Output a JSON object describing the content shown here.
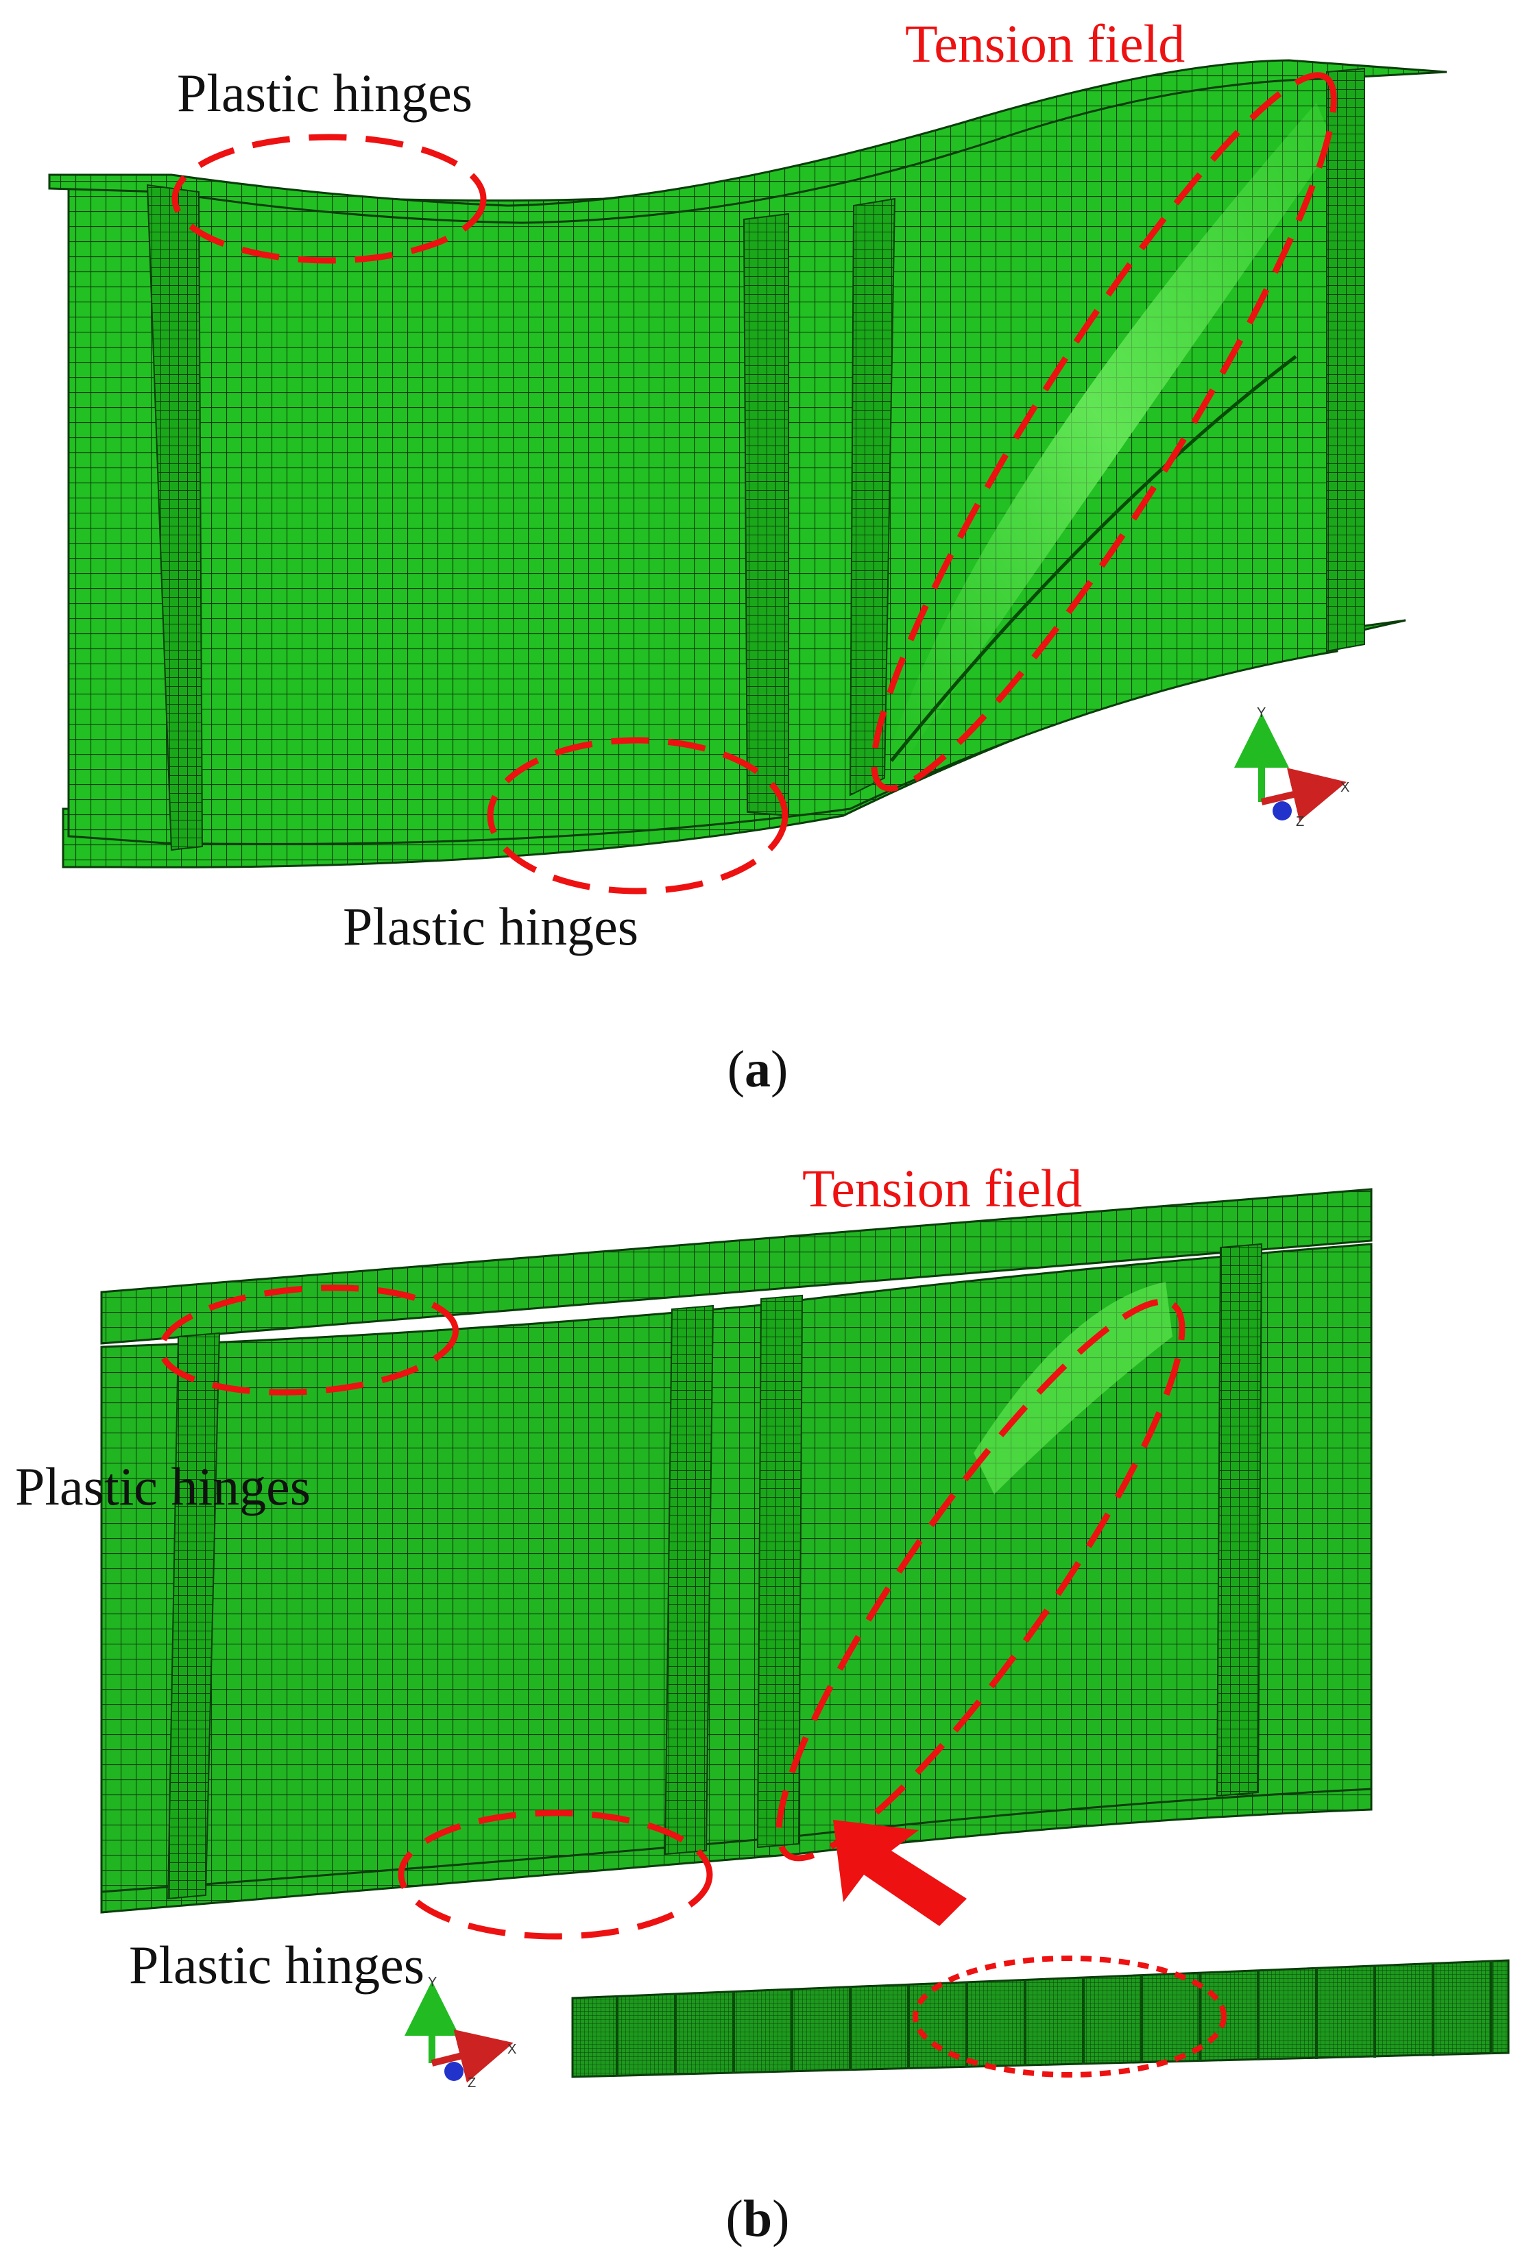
{
  "panel_a": {
    "caption_open": "(",
    "caption_letter": "a",
    "caption_close": ")",
    "labels": {
      "tension_field": "Tension field",
      "plastic_hinges_top": "Plastic hinges",
      "plastic_hinges_bottom": "Plastic hinges"
    },
    "axes": {
      "y": "Y",
      "x": "X",
      "z": "Z"
    }
  },
  "panel_b": {
    "caption_open": "(",
    "caption_letter": "b",
    "caption_close": ")",
    "labels": {
      "tension_field": "Tension field",
      "plastic_hinges_top": "Plastic hinges",
      "plastic_hinges_bottom": "Plastic hinges"
    },
    "axes": {
      "y": "Y",
      "x": "X",
      "z": "Z"
    }
  },
  "colors": {
    "mesh_fill": "#22c022",
    "mesh_dark": "#0f8a0f",
    "mesh_highlight": "#66ee55",
    "mesh_line": "#0b3d0b",
    "annotation": "#ee1111",
    "axis_y": "#22bb22",
    "axis_x": "#cc2222",
    "axis_z": "#2233cc"
  }
}
